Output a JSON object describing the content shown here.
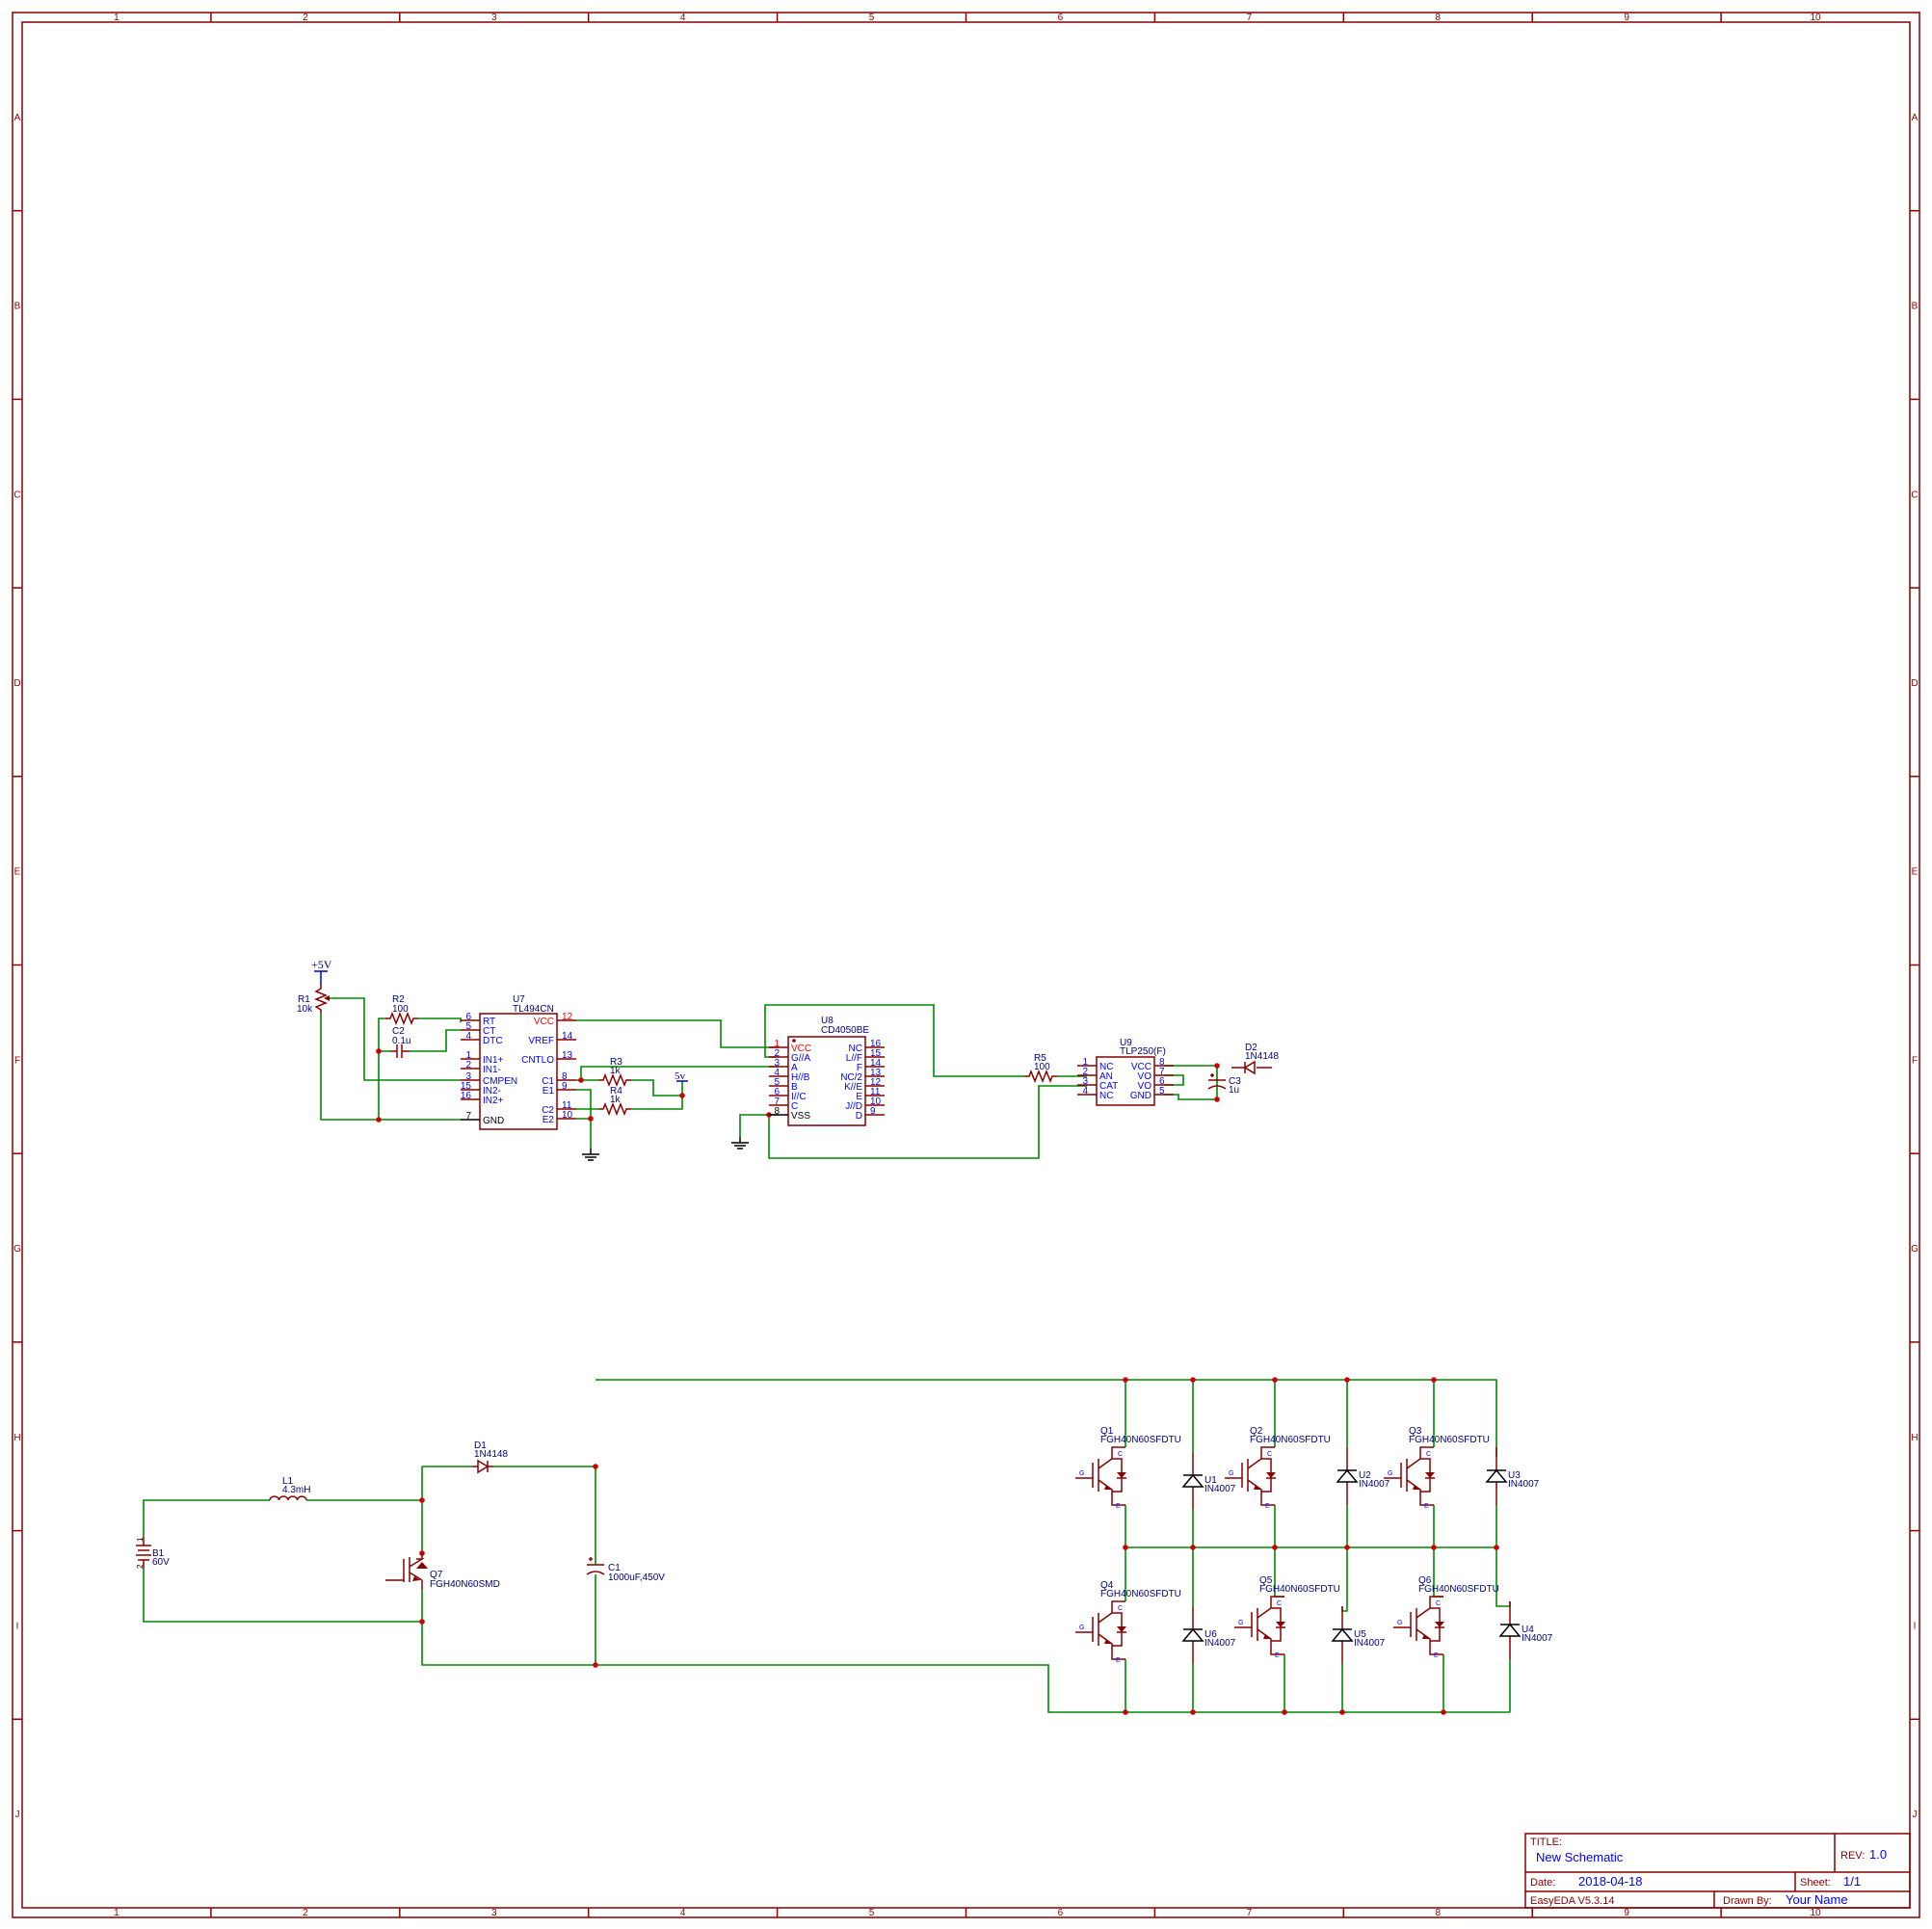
{
  "frame": {
    "columns": [
      "1",
      "2",
      "3",
      "4",
      "5",
      "6",
      "7",
      "8",
      "9",
      "10"
    ],
    "rows": [
      "A",
      "B",
      "C",
      "D",
      "E",
      "F",
      "G",
      "H",
      "I",
      "J"
    ]
  },
  "colors": {
    "wire": "#008800",
    "part": "#880000",
    "junction": "#cc0000",
    "text": "#000080",
    "pin": "#0000ff"
  },
  "power": {
    "plus5v": "+5V",
    "five_v": "5v"
  },
  "components": {
    "R1": {
      "ref": "R1",
      "value": "10k"
    },
    "R2": {
      "ref": "R2",
      "value": "100"
    },
    "C2": {
      "ref": "C2",
      "value": "0.1u"
    },
    "R3": {
      "ref": "R3",
      "value": "1k"
    },
    "R4": {
      "ref": "R4",
      "value": "1k"
    },
    "R5": {
      "ref": "R5",
      "value": "100"
    },
    "C3": {
      "ref": "C3",
      "value": "1u"
    },
    "D2": {
      "ref": "D2",
      "value": "1N4148"
    },
    "U7": {
      "ref": "U7",
      "value": "TL494CN",
      "pins_left": [
        {
          "num": "6",
          "name": "RT"
        },
        {
          "num": "5",
          "name": "CT"
        },
        {
          "num": "4",
          "name": "DTC"
        },
        {
          "num": "1",
          "name": "IN1+"
        },
        {
          "num": "2",
          "name": "IN1-"
        },
        {
          "num": "3",
          "name": "CMPEN"
        },
        {
          "num": "15",
          "name": "IN2-"
        },
        {
          "num": "16",
          "name": "IN2+"
        },
        {
          "num": "7",
          "name": "GND"
        }
      ],
      "pins_right": [
        {
          "num": "12",
          "name": "VCC"
        },
        {
          "num": "14",
          "name": "VREF"
        },
        {
          "num": "13",
          "name": "CNTLO"
        },
        {
          "num": "8",
          "name": "C1"
        },
        {
          "num": "9",
          "name": "E1"
        },
        {
          "num": "11",
          "name": "C2"
        },
        {
          "num": "10",
          "name": "E2"
        }
      ]
    },
    "U8": {
      "ref": "U8",
      "value": "CD4050BE",
      "pins_left": [
        {
          "num": "1",
          "name": "VCC"
        },
        {
          "num": "2",
          "name": "G//A"
        },
        {
          "num": "3",
          "name": "A"
        },
        {
          "num": "4",
          "name": "H//B"
        },
        {
          "num": "5",
          "name": "B"
        },
        {
          "num": "6",
          "name": "I//C"
        },
        {
          "num": "7",
          "name": "C"
        },
        {
          "num": "8",
          "name": "VSS"
        }
      ],
      "pins_right": [
        {
          "num": "16",
          "name": "NC"
        },
        {
          "num": "15",
          "name": "L//F"
        },
        {
          "num": "14",
          "name": "F"
        },
        {
          "num": "13",
          "name": "NC/2"
        },
        {
          "num": "12",
          "name": "K//E"
        },
        {
          "num": "11",
          "name": "E"
        },
        {
          "num": "10",
          "name": "J//D"
        },
        {
          "num": "9",
          "name": "D"
        }
      ]
    },
    "U9": {
      "ref": "U9",
      "value": "TLP250(F)",
      "pins_left": [
        {
          "num": "1",
          "name": "NC"
        },
        {
          "num": "2",
          "name": "AN"
        },
        {
          "num": "3",
          "name": "CAT"
        },
        {
          "num": "4",
          "name": "NC"
        }
      ],
      "pins_right": [
        {
          "num": "8",
          "name": "VCC"
        },
        {
          "num": "7",
          "name": "VO"
        },
        {
          "num": "6",
          "name": "VO"
        },
        {
          "num": "5",
          "name": "GND"
        }
      ]
    },
    "B1": {
      "ref": "B1",
      "value": "60V",
      "pin1": "1",
      "pin2": "2"
    },
    "L1": {
      "ref": "L1",
      "value": "4.3mH"
    },
    "D1": {
      "ref": "D1",
      "value": "1N4148"
    },
    "Q7": {
      "ref": "Q7",
      "value": "FGH40N60SMD"
    },
    "C1": {
      "ref": "C1",
      "value": "1000uF,450V"
    },
    "Q1": {
      "ref": "Q1",
      "value": "FGH40N60SFDTU"
    },
    "Q2": {
      "ref": "Q2",
      "value": "FGH40N60SFDTU"
    },
    "Q3": {
      "ref": "Q3",
      "value": "FGH40N60SFDTU"
    },
    "Q4": {
      "ref": "Q4",
      "value": "FGH40N60SFDTU"
    },
    "Q5": {
      "ref": "Q5",
      "value": "FGH40N60SFDTU"
    },
    "Q6": {
      "ref": "Q6",
      "value": "FGH40N60SFDTU"
    },
    "U1": {
      "ref": "U1",
      "value": "IN4007"
    },
    "U2": {
      "ref": "U2",
      "value": "IN4007"
    },
    "U3": {
      "ref": "U3",
      "value": "IN4007"
    },
    "U4": {
      "ref": "U4",
      "value": "IN4007"
    },
    "U5": {
      "ref": "U5",
      "value": "IN4007"
    },
    "U6": {
      "ref": "U6",
      "value": "IN4007"
    }
  },
  "igbt_pins": {
    "c": "C",
    "g": "G",
    "e": "E"
  },
  "title_block": {
    "title_label": "TITLE:",
    "title": "New Schematic",
    "rev_label": "REV:",
    "rev": "1.0",
    "date_label": "Date:",
    "date": "2018-04-18",
    "sheet_label": "Sheet:",
    "sheet": "1/1",
    "software": "EasyEDA V5.3.14",
    "drawn_by_label": "Drawn By:",
    "drawn_by": "Your Name"
  }
}
